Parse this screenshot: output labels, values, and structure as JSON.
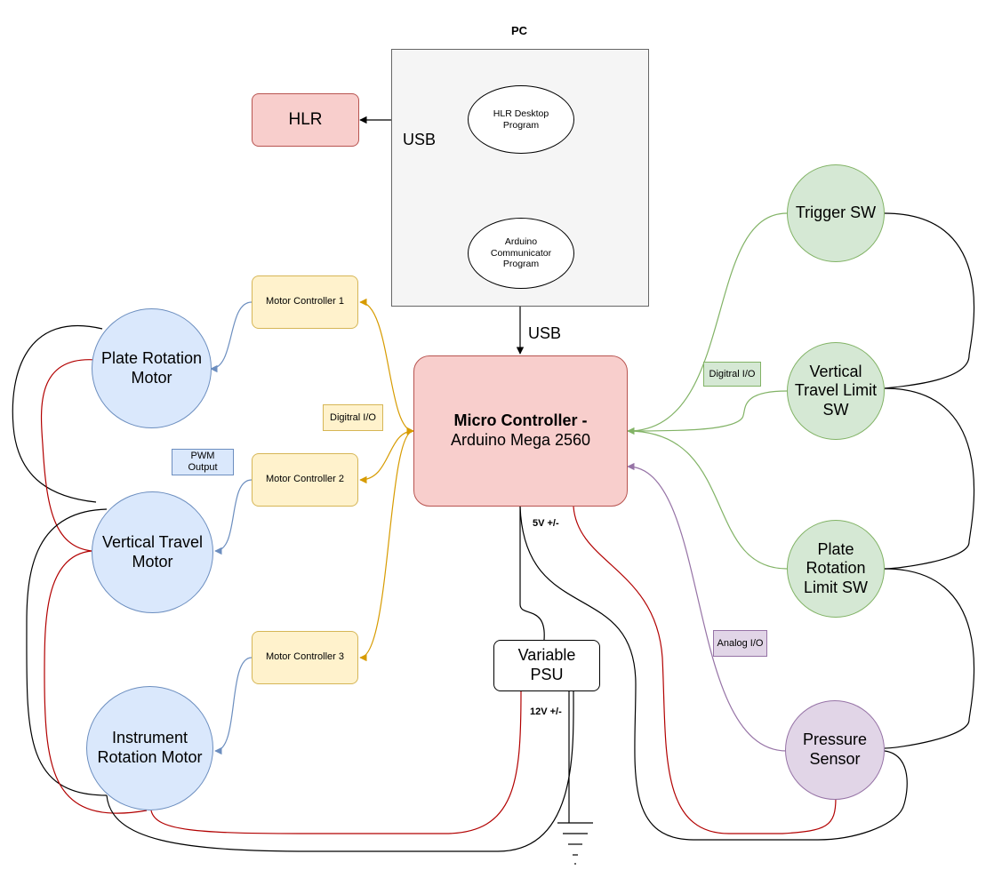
{
  "pc": {
    "title": "PC"
  },
  "hlr": {
    "label": "HLR"
  },
  "hlr_program": {
    "label": "HLR Desktop\nProgram"
  },
  "arduino_program": {
    "label": "Arduino\nCommunicator\nProgram"
  },
  "usb_labels": {
    "top": "USB",
    "bottom": "USB"
  },
  "micro_controller": {
    "title": "Micro Controller -",
    "subtitle": "Arduino Mega 2560"
  },
  "motor_controllers": [
    {
      "label": "Motor Controller 1"
    },
    {
      "label": "Motor Controller 2"
    },
    {
      "label": "Motor Controller 3"
    }
  ],
  "motors": [
    {
      "label": "Plate Rotation\nMotor"
    },
    {
      "label": "Vertical Travel\nMotor"
    },
    {
      "label": "Instrument\nRotation Motor"
    }
  ],
  "switches": [
    {
      "label": "Trigger SW"
    },
    {
      "label": "Vertical\nTravel Limit\nSW"
    },
    {
      "label": "Plate\nRotation\nLimit SW"
    }
  ],
  "pressure_sensor": {
    "label": "Pressure\nSensor"
  },
  "psu": {
    "label": "Variable\nPSU"
  },
  "tags": {
    "digital_io_left": "Digitral I/O",
    "digital_io_right": "Digitral I/O",
    "pwm_output": "PWM\nOutput",
    "analog_io": "Analog I/O"
  },
  "voltages": {
    "five_v": "5V +/-",
    "twelve_v": "12V +/-"
  },
  "colors": {
    "digital_wire": "#d79b00",
    "pwm_wire": "#6c8ebf",
    "switch_wire": "#82b366",
    "analog_wire": "#9673a6",
    "power_positive": "#b20000",
    "ground": "#000000"
  }
}
